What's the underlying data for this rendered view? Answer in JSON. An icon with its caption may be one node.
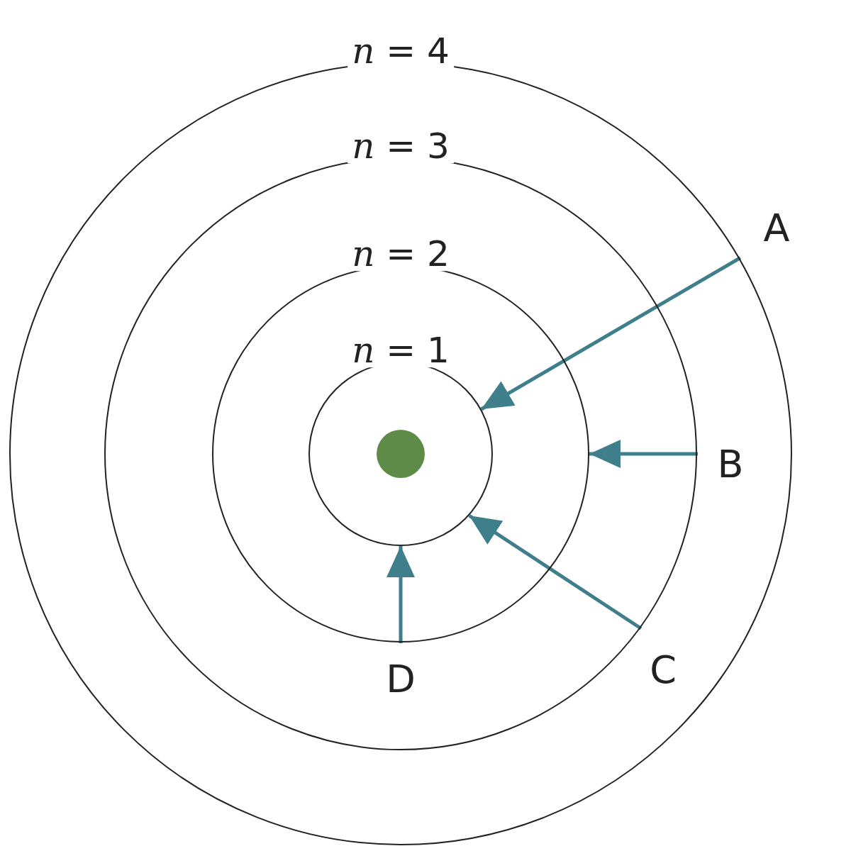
{
  "diagram": {
    "nodes": [
      {
        "text": [
          "*n* = 4"
        ]
      },
      {
        "text": [
          "*n* = 3"
        ],
        "in": 0
      },
      {
        "text": [
          "*n* = 2"
        ],
        "in": 1
      },
      {
        "text": [
          "*n* = 1"
        ],
        "in": 2
      },
      {
        "text": [],
        "shape": "circle",
        "in": 3
      }
    ],
    "edges": [
      {
        "from": 0,
        "to": 3,
        "arrow": "to",
        "label": "A"
      },
      {
        "from": 1,
        "to": 2,
        "arrow": "to",
        "label": "B"
      },
      {
        "from": 1,
        "to": 3,
        "arrow": "to",
        "label": "C"
      },
      {
        "from": 2,
        "to": 3,
        "arrow": "to",
        "label": "D"
      }
    ]
  }
}
